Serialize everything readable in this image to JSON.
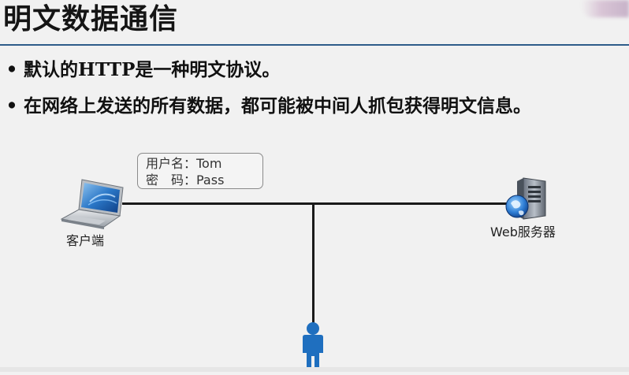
{
  "slide": {
    "title": "明文数据通信",
    "bullets": [
      "默认的HTTP是一种明文协议。",
      "在网络上发送的所有数据，都可能被中间人抓包获得明文信息。"
    ],
    "bullet_marker": "•"
  },
  "diagram": {
    "credentials": {
      "username_line": "用户名：Tom",
      "password_line": "密　码：Pass"
    },
    "client_label": "客户端",
    "server_label": "Web服务器",
    "icons": {
      "client": "laptop-icon",
      "server": "web-server-icon",
      "attacker": "person-icon"
    }
  },
  "colors": {
    "title_rule": "#2e5c8a",
    "line": "#1a1a1a",
    "person": "#1f6fbf",
    "background": "#f1f1f1"
  }
}
